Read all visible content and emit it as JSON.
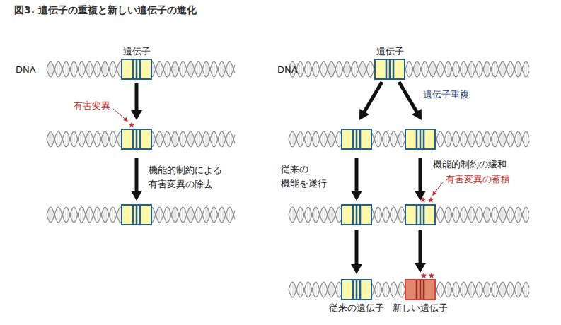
{
  "diagram": {
    "title": "図3. 遺伝子の重複と新しい遺伝子の進化",
    "nodes": [
      {
        "text": [
          "遺伝子"
        ]
      },
      {
        "text": [
          "遺伝子"
        ]
      },
      {
        "text": [
          "従来の遺伝子"
        ]
      },
      {
        "text": [
          "新しい遺伝子"
        ]
      }
    ],
    "labels": [
      "DNA",
      "有害変異",
      "機能的制約による 有害変異の除去",
      "DNA",
      "遺伝子重複",
      "従来の 機能を遂行",
      "機能的制約の緩和",
      "有害変異の蓄積"
    ]
  }
}
